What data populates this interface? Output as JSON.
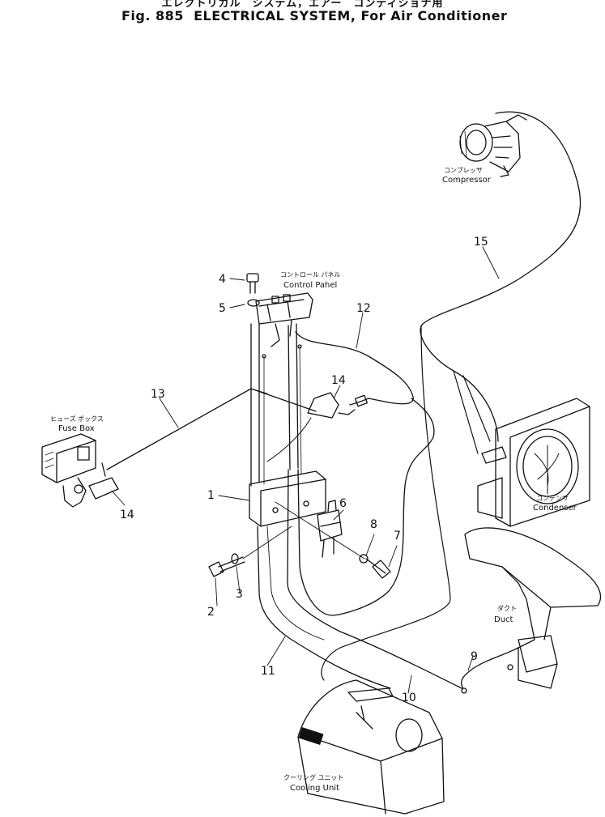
{
  "title": {
    "japanese": "エレクトリカル　システム，エアー　コンディショナ用",
    "figure": "Fig. 885",
    "english": "ELECTRICAL SYSTEM, For Air Conditioner"
  },
  "components": {
    "compressor": {
      "ja": "コンプレッサ",
      "en": "Compressor"
    },
    "control_panel": {
      "ja": "コントロール パネル",
      "en": "Control Pahel"
    },
    "fuse_box": {
      "ja": "ヒューズ ボックス",
      "en": "Fuse Box"
    },
    "condenser": {
      "ja": "コンデンサ",
      "en": "Condenser"
    },
    "duct": {
      "ja": "ダクト",
      "en": "Duct"
    },
    "cooling_unit": {
      "ja": "クーリング ユニット",
      "en": "Cooling Unit"
    }
  },
  "callouts": [
    "1",
    "2",
    "3",
    "4",
    "5",
    "6",
    "7",
    "8",
    "9",
    "10",
    "11",
    "12",
    "13",
    "14",
    "14",
    "15"
  ]
}
